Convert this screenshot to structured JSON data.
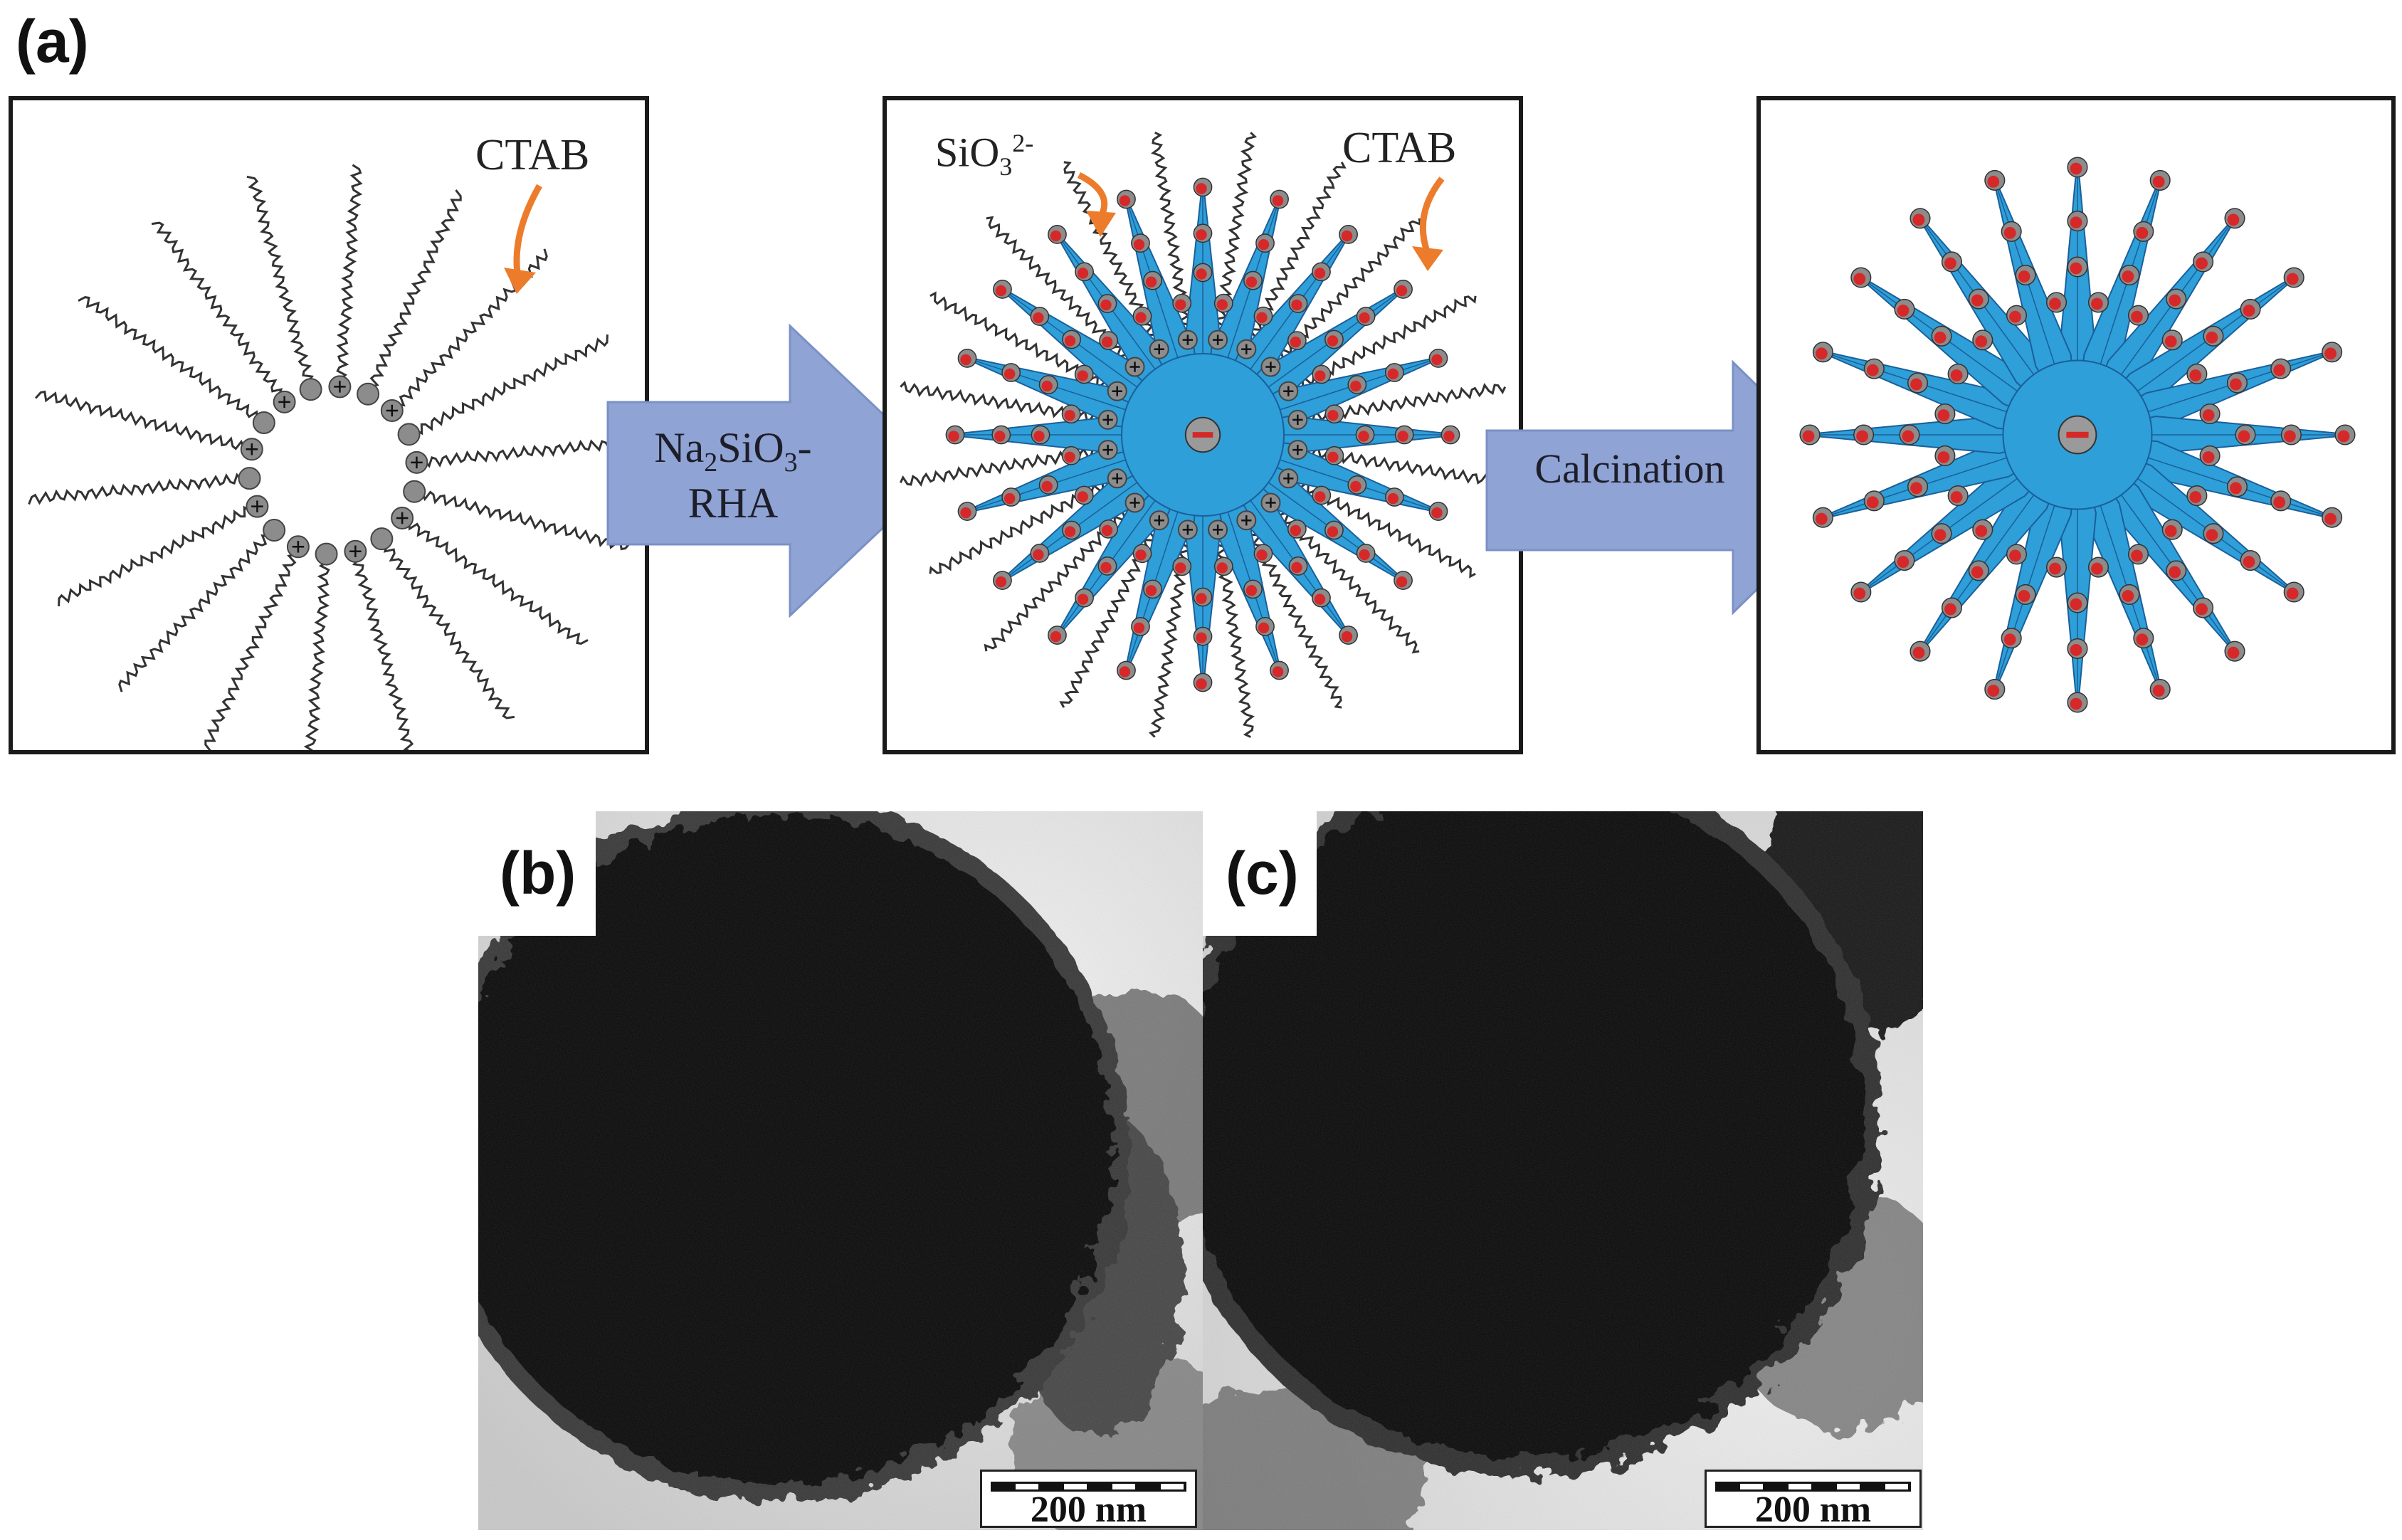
{
  "figure": {
    "label_a": "(a)",
    "label_b": "(b)",
    "label_c": "(c)"
  },
  "panel_a": {
    "step1": {
      "ctab_label": "CTAB"
    },
    "arrow1": {
      "line1_pre": "Na",
      "line1_sub1": "2",
      "line1_mid": "SiO",
      "line1_sub2": "3",
      "line1_post": "-",
      "line2": "RHA"
    },
    "step2": {
      "silicate_pre": "SiO",
      "silicate_sub": "3",
      "silicate_sup": "2-",
      "ctab_label": "CTAB"
    },
    "arrow2": {
      "label": "Calcination"
    },
    "colors": {
      "arrow_fill": "#8fa3d4",
      "spike": "#2e9fd8",
      "oxygen": "#d62828",
      "head": "#8c8c8c",
      "pointer": "#ec7c2c"
    }
  },
  "tem_b": {
    "scale_text": "200 nm"
  },
  "tem_c": {
    "scale_text": "200 nm"
  }
}
